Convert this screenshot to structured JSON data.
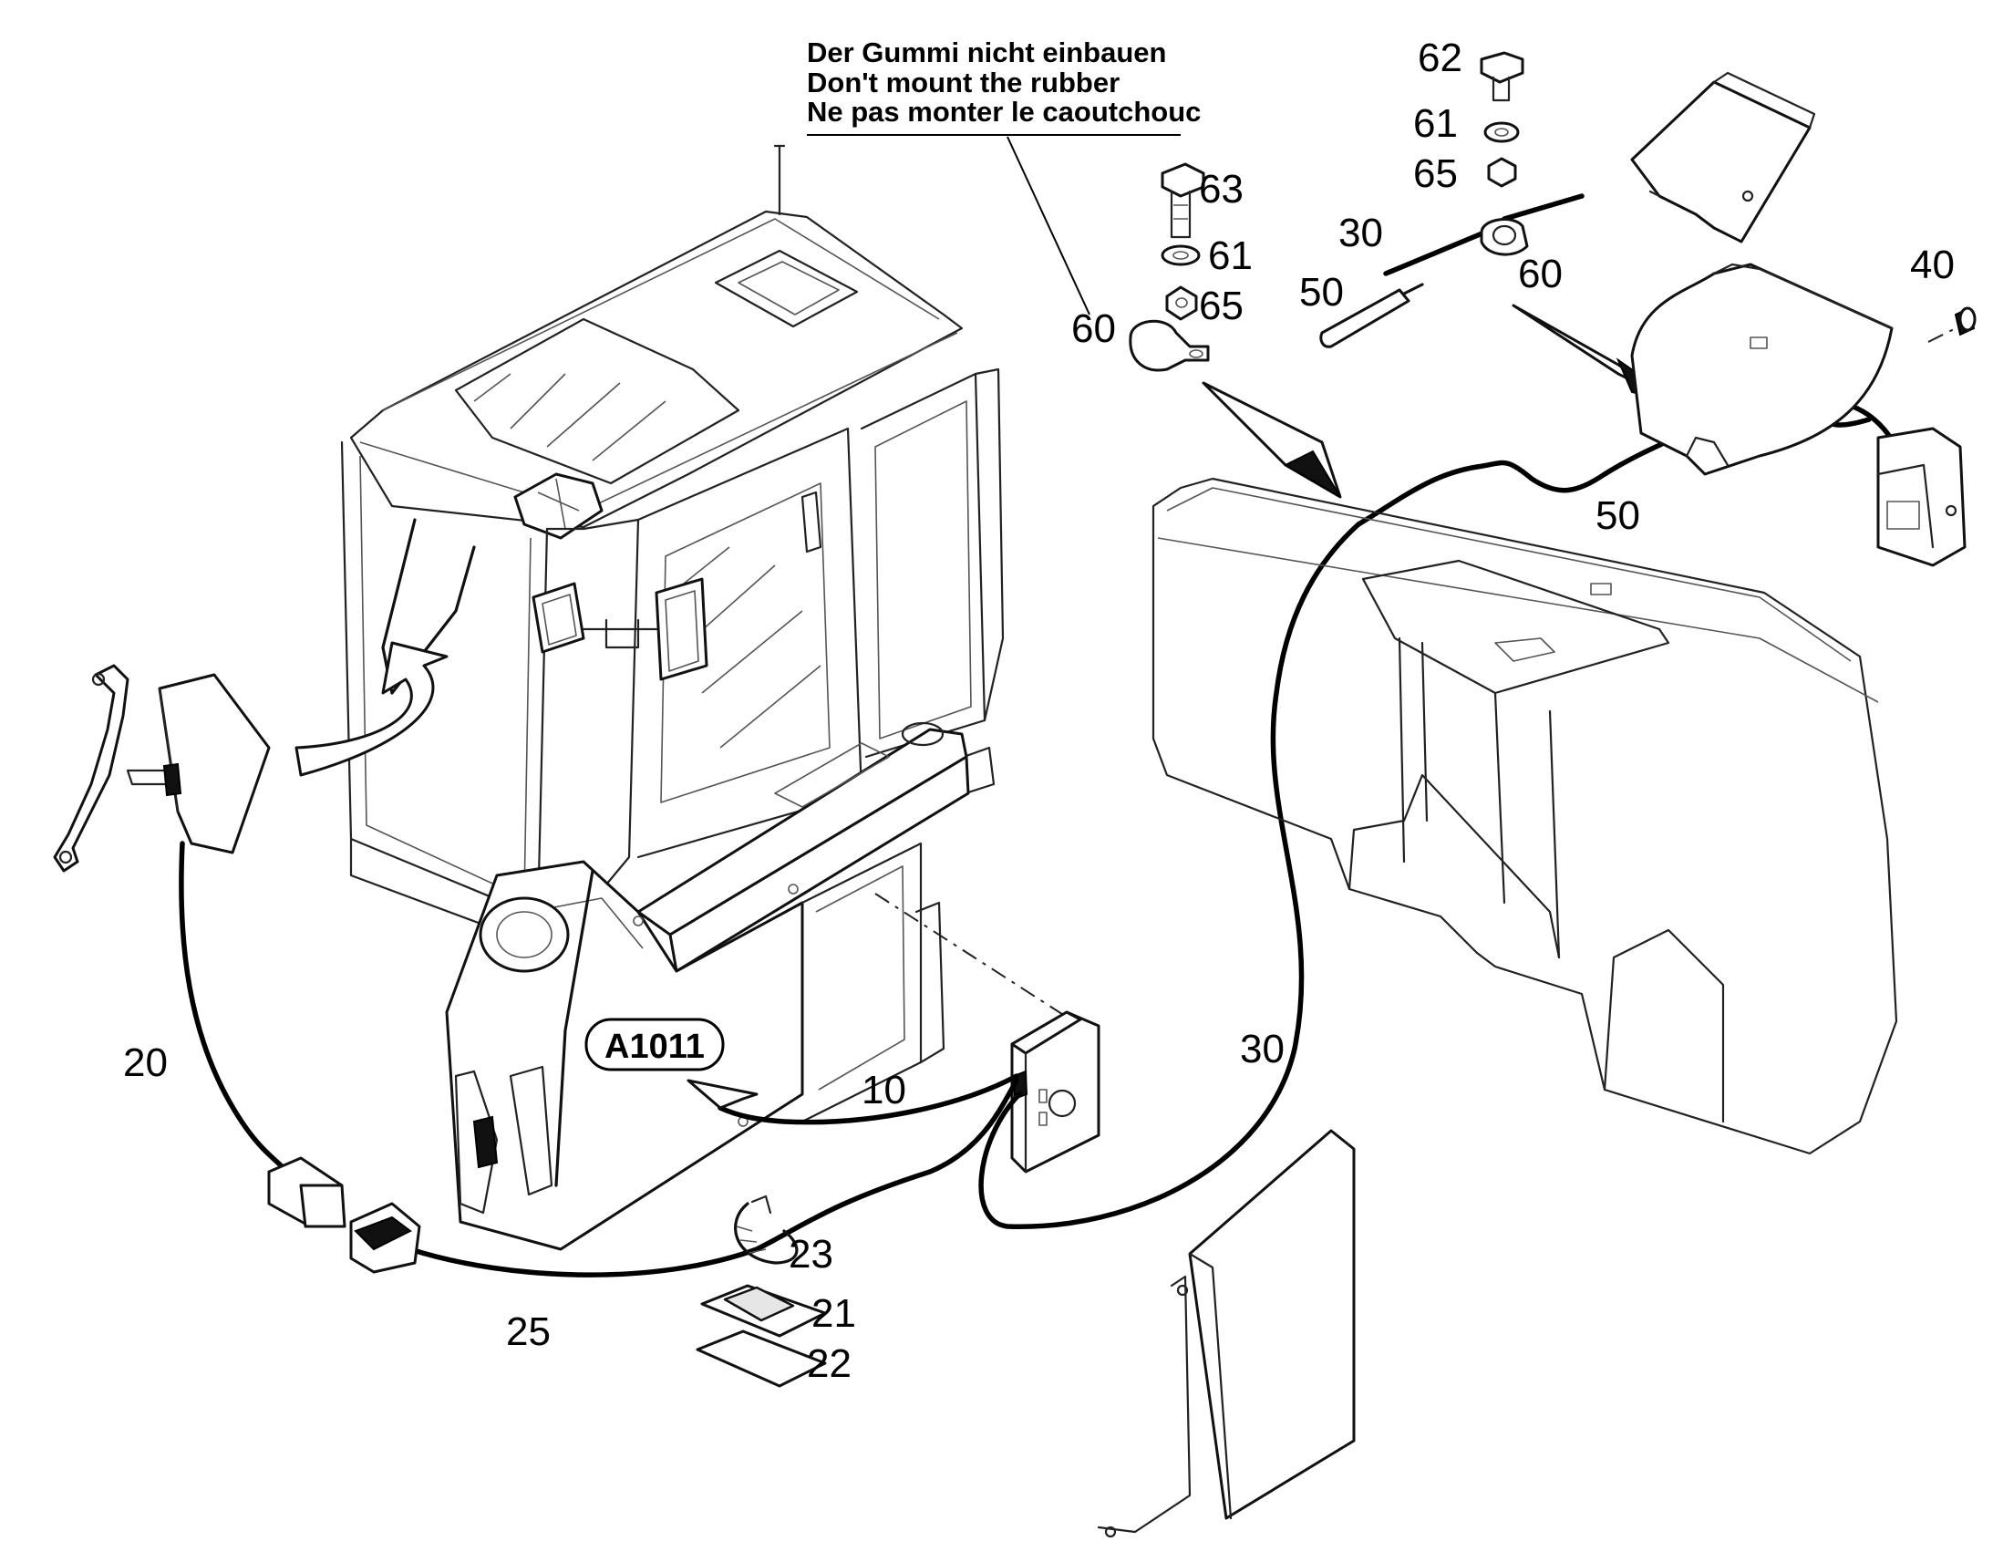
{
  "note": {
    "line_de": "Der Gummi nicht einbauen",
    "line_en": "Don't mount the rubber",
    "line_fr": "Ne pas monter le caoutchouc"
  },
  "reference": "A1011",
  "callouts": {
    "c10": "10",
    "c20": "20",
    "c21": "21",
    "c22": "22",
    "c23": "23",
    "c25": "25",
    "c30_top": "30",
    "c30_mid": "30",
    "c40": "40",
    "c50_left": "50",
    "c50_right": "50",
    "c60_left": "60",
    "c60_right": "60",
    "c61_left": "61",
    "c61_right": "61",
    "c62": "62",
    "c63": "63",
    "c65_left": "65",
    "c65_right": "65"
  }
}
